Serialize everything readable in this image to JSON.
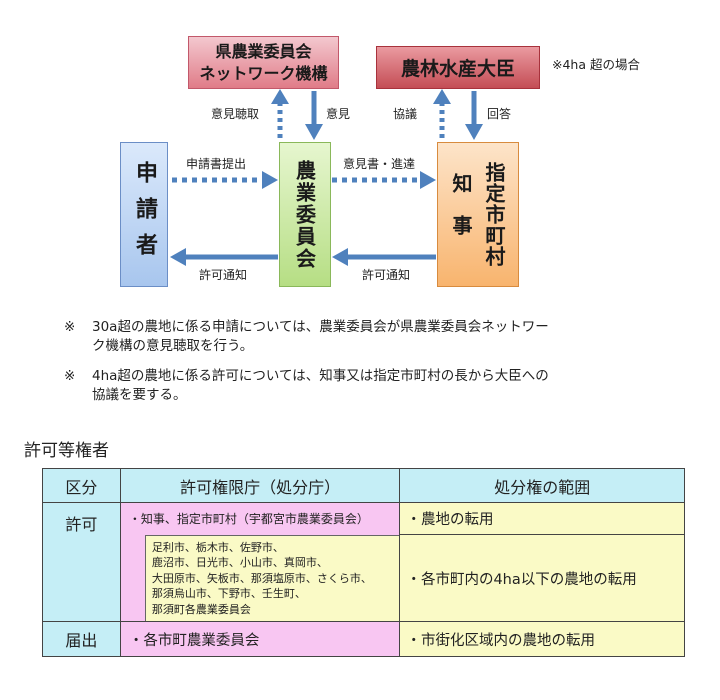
{
  "diagram": {
    "network_box": {
      "line1": "県農業委員会",
      "line2": "ネットワーク機構"
    },
    "minister_box": "農林水産大臣",
    "minister_note": "※4ha 超の場合",
    "applicant_box": "申請者",
    "committee_box": "農業委員会",
    "governor_box": {
      "col1": "知事",
      "col2": "指定市町村"
    },
    "labels": {
      "iken_chouju": "意見聴取",
      "iken": "意見",
      "kyougi": "協議",
      "kaitou": "回答",
      "shinseisho_teishutsu": "申請書提出",
      "ikensho_shintatsu": "意見書・進達",
      "kyoka_tsuchi_left": "許可通知",
      "kyoka_tsuchi_right": "許可通知"
    }
  },
  "notes": [
    {
      "mark": "※",
      "line1": "30a超の農地に係る申請については、農業委員会が県農業委員会ネットワー",
      "line2": "ク機構の意見聴取を行う。"
    },
    {
      "mark": "※",
      "line1": "4ha超の農地に係る許可については、知事又は指定市町村の長から大臣への",
      "line2": "協議を要する。"
    }
  ],
  "section_title": "許可等権者",
  "table": {
    "headers": [
      "区分",
      "許可権限庁（処分庁）",
      "処分権の範囲"
    ],
    "kyoka_label": "許可",
    "row1_authority": "・知事、指定市町村（宇都宮市農業委員会）",
    "row1_scope": "・農地の転用",
    "row2_cities": [
      "足利市、栃木市、佐野市、",
      "鹿沼市、日光市、小山市、真岡市、",
      "大田原市、矢板市、那須塩原市、さくら市、",
      "那須烏山市、下野市、壬生町、",
      "那須町各農業委員会"
    ],
    "row2_scope": "・各市町内の4ha以下の農地の転用",
    "todokede_label": "届出",
    "row3_authority": "・各市町農業委員会",
    "row3_scope": "・市街化区域内の農地の転用"
  }
}
